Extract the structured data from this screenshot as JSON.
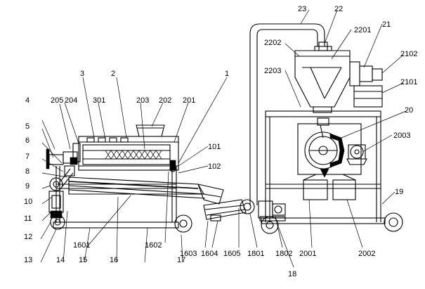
{
  "labels": {
    "l1": "1",
    "l101": "101",
    "l102": "102",
    "l2": "2",
    "l201": "201",
    "l202": "202",
    "l203": "203",
    "l204": "204",
    "l205": "205",
    "l3": "3",
    "l301": "301",
    "l4": "4",
    "l5": "5",
    "l6": "6",
    "l7": "7",
    "l8": "8",
    "l9": "9",
    "l10": "10",
    "l11": "11",
    "l12": "12",
    "l13": "13",
    "l14": "14",
    "l15": "15",
    "l16": "16",
    "l1601": "1601",
    "l1602": "1602",
    "l1603": "1603",
    "l1604": "1604",
    "l1605": "1605",
    "l17": "17",
    "l18": "18",
    "l1801": "1801",
    "l1802": "1802",
    "l19": "19",
    "l20": "20",
    "l2001": "2001",
    "l2002": "2002",
    "l2003": "2003",
    "l21": "21",
    "l2101": "2101",
    "l2102": "2102",
    "l22": "22",
    "l2201": "2201",
    "l2202": "2202",
    "l2203": "2203",
    "l23": "23"
  }
}
